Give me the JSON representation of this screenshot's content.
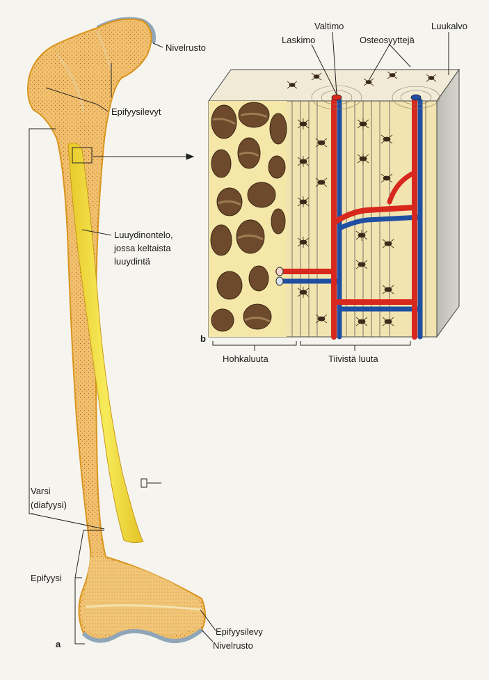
{
  "panel_a": {
    "letter": "a",
    "labels": {
      "nivelrusto_top": "Nivelrusto",
      "epifyysilevyt": "Epifyysilevyt",
      "luuydinontelo_1": "Luuydinontelo,",
      "luuydinontelo_2": "jossa keltaista",
      "luuydinontelo_3": "luuydintä",
      "varsi_1": "Varsi",
      "varsi_2": "(diafyysi)",
      "epifyysi": "Epifyysi",
      "epifyysilevy": "Epifyysilevy",
      "nivelrusto_bottom": "Nivelrusto"
    }
  },
  "panel_b": {
    "letter": "b",
    "labels": {
      "valtimo": "Valtimo",
      "laskimo": "Laskimo",
      "osteosyyttejä": "Osteosyyttejä",
      "luukalvo": "Luukalvo",
      "hohkaluuta": "Hohkaluuta",
      "tiivistä_luuta": "Tiivistä luuta"
    }
  },
  "colors": {
    "bone": "#f2c16e",
    "bone_edge": "#d89a45",
    "cartilage": "#8fa6b8",
    "marrow": "#f1df3a",
    "artery": "#d8281e",
    "vein": "#1f4fa3",
    "compact": "#f2e4b0",
    "trabecula": "#6e4a2c"
  }
}
